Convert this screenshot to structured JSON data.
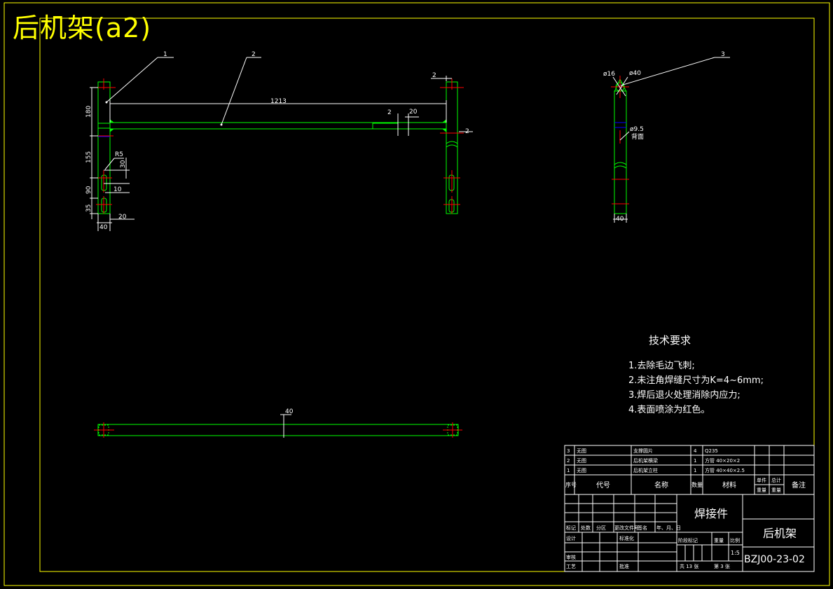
{
  "sheet_title": "后机架(a2)",
  "balloons": [
    "1",
    "2",
    "3"
  ],
  "front_view": {
    "dims": {
      "overall_length": "1213",
      "top_offset": "2",
      "right_offset": "2",
      "slot_small": "2",
      "slot_height": "20",
      "left_180": "180",
      "left_155": "155",
      "left_90": "90",
      "left_35": "35",
      "radius": "R5",
      "hole_30": "30",
      "hole_10": "10",
      "bottom_20": "20",
      "bottom_40": "40"
    }
  },
  "side_view": {
    "dims": {
      "dia16": "ø16",
      "dia40": "ø40",
      "hole_dia": "ø9.5",
      "hole_note": "背面",
      "width": "40"
    }
  },
  "top_view": {
    "dims": {
      "width": "40"
    }
  },
  "tech_requirements": {
    "heading": "技术要求",
    "items": [
      "1.去除毛边飞刺;",
      "2.未注角焊缝尺寸为K=4~6mm;",
      "3.焊后退火处理消除内应力;",
      "4.表面喷涂为红色。"
    ]
  },
  "bom": {
    "rows": [
      {
        "no": "3",
        "code": "无图",
        "name": "支撑圆片",
        "qty": "4",
        "material": "Q235"
      },
      {
        "no": "2",
        "code": "无图",
        "name": "后机架横梁",
        "qty": "1",
        "material": "方管 40×20×2"
      },
      {
        "no": "1",
        "code": "无图",
        "name": "后机架立柱",
        "qty": "1",
        "material": "方管 40×40×2.5"
      }
    ],
    "headers": {
      "no": "序号",
      "code": "代号",
      "name": "名称",
      "qty": "数量",
      "material": "材料",
      "unit_weight_top": "单件",
      "total_weight_top": "总计",
      "weight": "重量",
      "remarks": "备注"
    }
  },
  "title_block": {
    "part_type": "焊接件",
    "part_name": "后机架",
    "drawing_no": "BZJ00-23-02",
    "scale": "1:5",
    "row_labels": {
      "mark": "标记",
      "count": "处数",
      "zone": "分区",
      "change_doc": "更改文件号",
      "signature": "签名",
      "date": "年、月、日",
      "design": "设计",
      "standardize": "标准化",
      "review": "审核",
      "process": "工艺",
      "approve": "批准"
    },
    "stage_labels": {
      "stage": "阶段标记",
      "weight": "重量",
      "scale": "比例"
    },
    "sheets_total": "共 13 张",
    "sheet_no": "第 3 张"
  },
  "colors": {
    "outline": "#00ff00",
    "frame": "#ffff00",
    "dimension": "#ffffff",
    "centerline": "#ff0000",
    "hidden": "#0000ff",
    "title": "#ffff00"
  }
}
